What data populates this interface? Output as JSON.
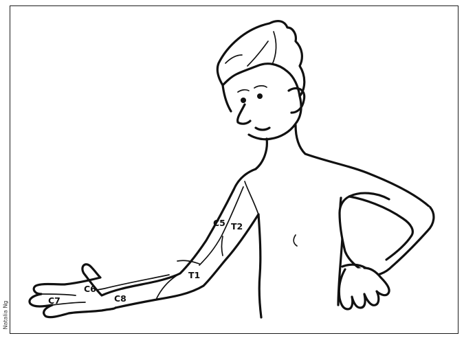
{
  "figure": {
    "credit": "Natalia Ng"
  },
  "dermatomes": {
    "c5": "C5",
    "t2": "T2",
    "t1": "T1",
    "c6": "C6",
    "c7": "C7",
    "c8": "C8"
  },
  "colors": {
    "ink": "#111111",
    "background": "#ffffff"
  }
}
